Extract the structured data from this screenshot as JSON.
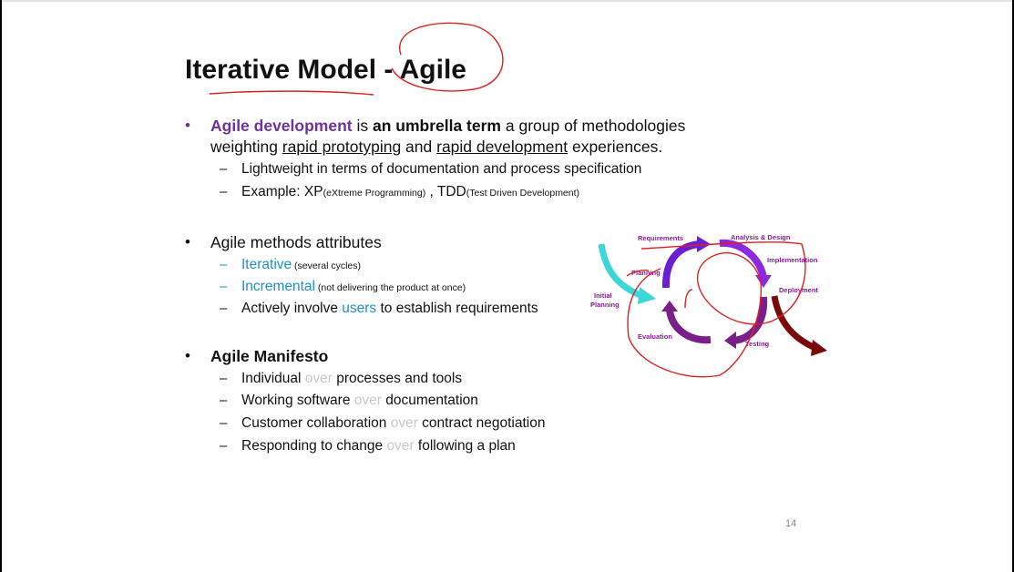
{
  "slide": {
    "title_part1": "Iterative Model ",
    "title_part2": "- Agile",
    "bullet1": {
      "term": "Agile development",
      "is": " is ",
      "umbrella": "an umbrella term",
      "rest": " a group of methodologies",
      "line2_a": "weighting ",
      "line2_u1": "rapid prototyping",
      "line2_b": " and ",
      "line2_u2": "rapid development",
      "line2_c": " experiences.",
      "sub1": "Lightweight in terms of documentation and process specification",
      "sub2_a": "Example: XP",
      "sub2_b": "(eXtreme Programming)",
      "sub2_c": " , TDD",
      "sub2_d": "(Test Driven Development)"
    },
    "bullet2": {
      "text": "Agile methods attributes",
      "sub1_a": "Iterative",
      "sub1_b": " (several cycles)",
      "sub2_a": "Incremental",
      "sub2_b": " (not delivering the product at once)",
      "sub3_a": "Actively involve ",
      "sub3_b": "users",
      "sub3_c": " to establish requirements"
    },
    "bullet3": {
      "text": "Agile Manifesto",
      "items": [
        {
          "a": "Individual ",
          "over": "over",
          "b": " processes and tools"
        },
        {
          "a": "Working software ",
          "over": "over",
          "b": " documentation"
        },
        {
          "a": "Customer collaboration ",
          "over": "over",
          "b": " contract negotiation"
        },
        {
          "a": "Responding to change ",
          "over": "over",
          "b": " following a plan"
        }
      ]
    },
    "bullet_char": "•",
    "dash_char": "–",
    "page_number": "14"
  },
  "diagram": {
    "labels": {
      "requirements": "Requirements",
      "analysis": "Analysis & Design",
      "implementation": "Implementation",
      "deployment": "Deployment",
      "testing": "Testing",
      "evaluation": "Evaluation",
      "planning": "Planning",
      "initial1": "Initial",
      "initial2": "Planning"
    }
  },
  "colors": {
    "accent_purple": "#7030a0",
    "link_blue": "#1f8fd0",
    "annotation_red": "#e02020"
  }
}
